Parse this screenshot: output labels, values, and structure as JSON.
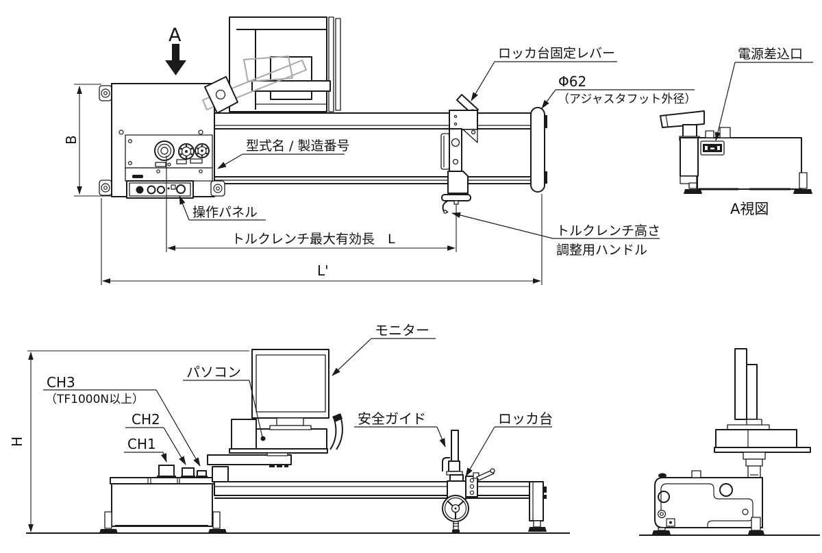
{
  "drawing": {
    "kind": "technical outline drawing of torque wrench tester (plan view, front view, side views)",
    "colors": {
      "line": "#1a1a1a",
      "wrench_outline": "#a8a8a8",
      "background": "#ffffff"
    },
    "top_view": {
      "view_arrow": "A",
      "dim_b": "B",
      "dim_l": "トルクレンチ最大有効長　L",
      "dim_l_prime": "L'",
      "callout_rocker_lock_lever": "ロッカ台固定レバー",
      "callout_adjuster_dia": "Φ62",
      "callout_adjuster_dia_sub": "（アジャスタフット外径）",
      "callout_model_serial": "型式名 / 製造番号",
      "callout_operation_panel": "操作パネル",
      "callout_height_handle_line1": "トルクレンチ高さ",
      "callout_height_handle_line2": "調整用ハンドル"
    },
    "view_a": {
      "callout_power_inlet": "電源差込口",
      "caption": "A視図"
    },
    "front_view": {
      "dim_h": "H",
      "callout_monitor": "モニター",
      "callout_pc": "パソコン",
      "callout_ch3": "CH3",
      "callout_ch3_sub": "（TF1000N以上）",
      "callout_ch2": "CH2",
      "callout_ch1": "CH1",
      "callout_safety_guide": "安全ガイド",
      "callout_rocker_base": "ロッカ台"
    }
  }
}
